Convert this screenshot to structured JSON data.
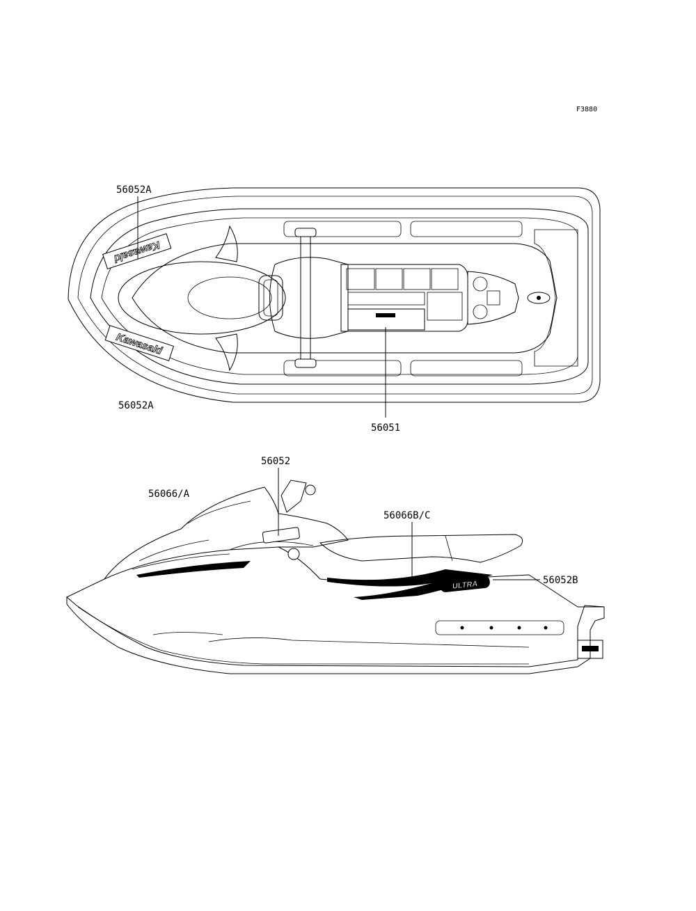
{
  "figure_ref": "F3880",
  "top_view": {
    "callouts": {
      "decal_upper": "56052A",
      "decal_lower": "56052A",
      "center_label": "56051"
    },
    "decal_text": "Kawasaki"
  },
  "side_view": {
    "callouts": {
      "hood_label": "56052",
      "side_left": "56066/A",
      "side_mid": "56066B/C",
      "rear": "56052B"
    },
    "badge_text": "ULTRA"
  }
}
